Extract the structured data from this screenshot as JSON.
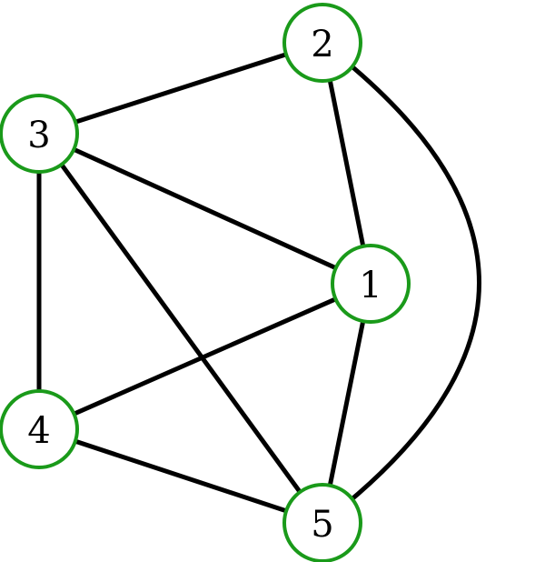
{
  "graph": {
    "node_stroke_color": "#1a9a1a",
    "edge_color": "#000000",
    "label_color": "#000000",
    "nodes": [
      {
        "id": "1",
        "label": "1"
      },
      {
        "id": "2",
        "label": "2"
      },
      {
        "id": "3",
        "label": "3"
      },
      {
        "id": "4",
        "label": "4"
      },
      {
        "id": "5",
        "label": "5"
      }
    ],
    "edges": [
      {
        "from": "3",
        "to": "2"
      },
      {
        "from": "2",
        "to": "1"
      },
      {
        "from": "3",
        "to": "1"
      },
      {
        "from": "3",
        "to": "4"
      },
      {
        "from": "3",
        "to": "5"
      },
      {
        "from": "4",
        "to": "1"
      },
      {
        "from": "1",
        "to": "5"
      },
      {
        "from": "4",
        "to": "5"
      },
      {
        "from": "2",
        "to": "5"
      }
    ]
  }
}
